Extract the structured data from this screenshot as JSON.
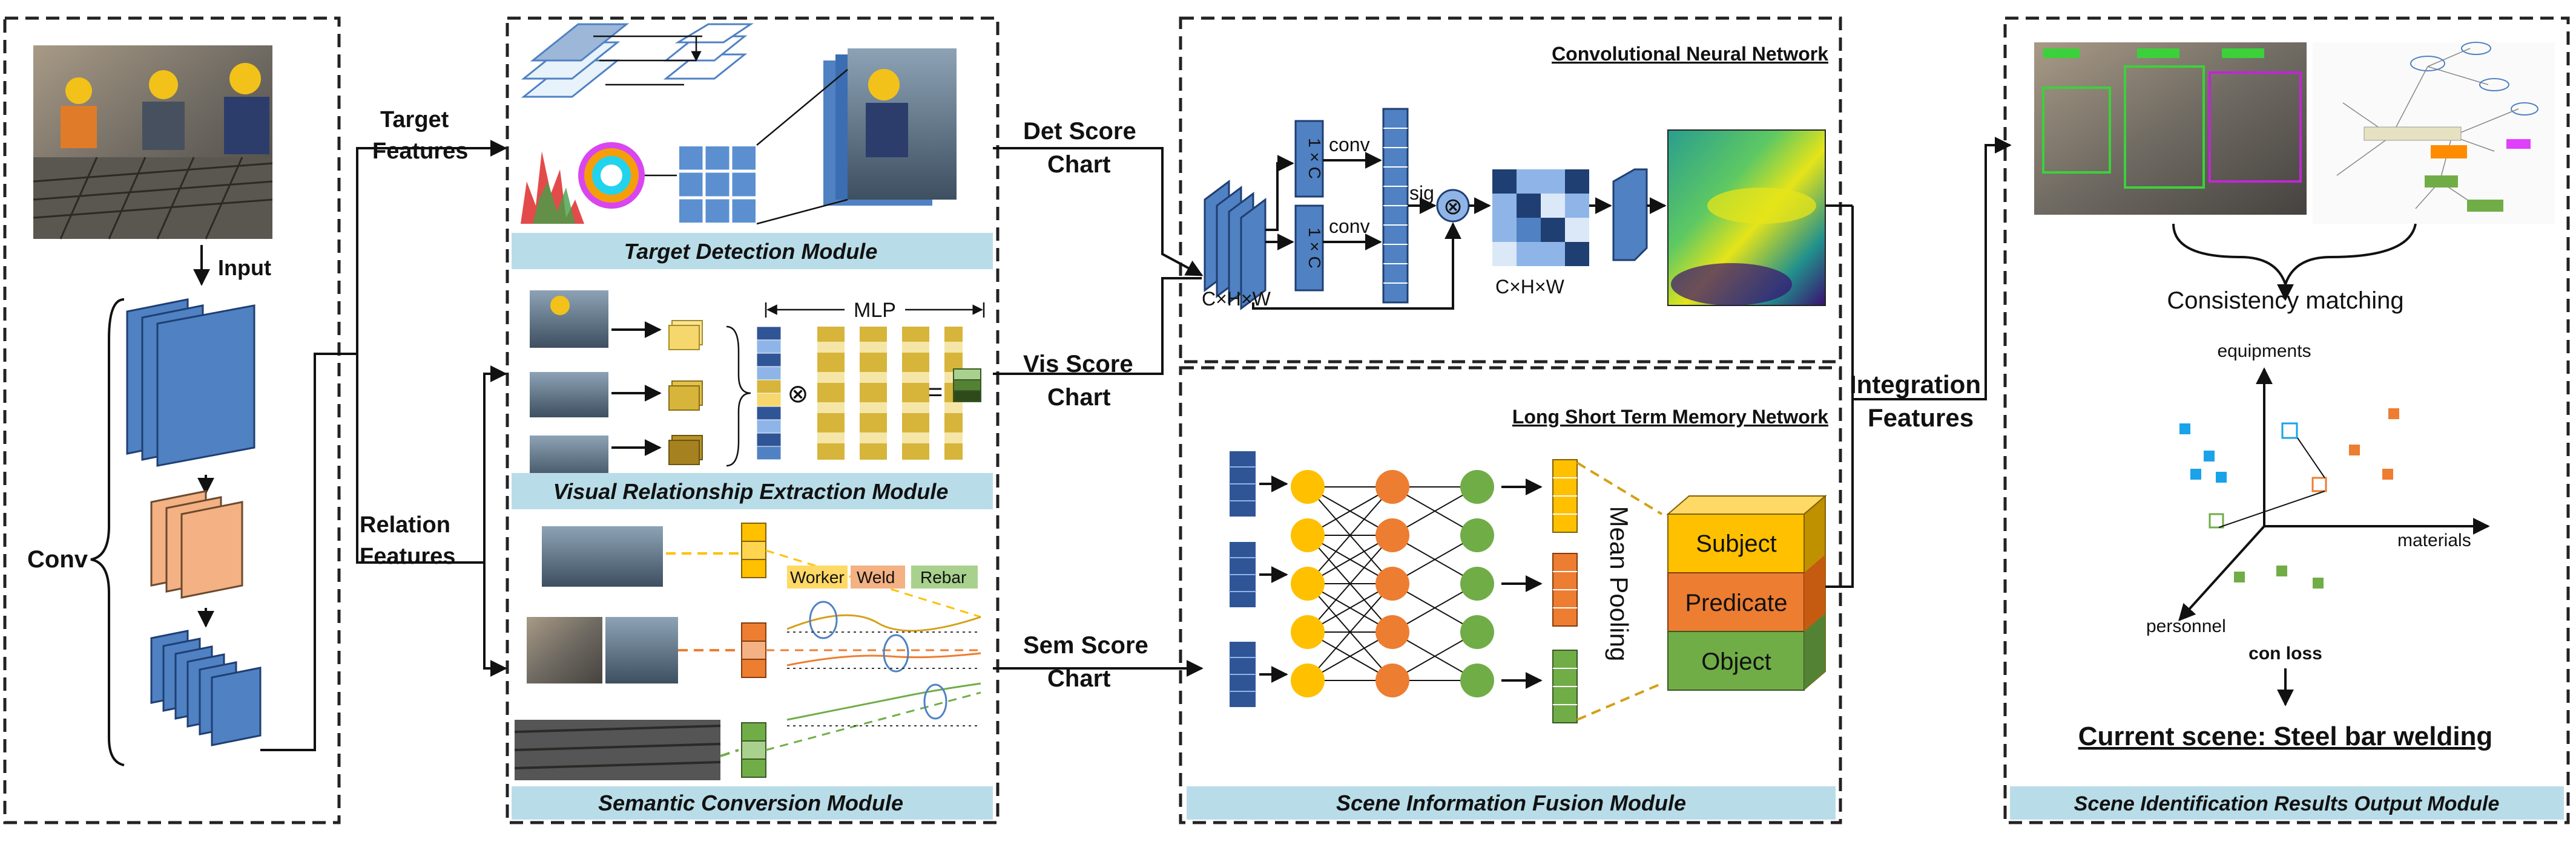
{
  "left_panel": {
    "input_label": "Input",
    "conv_label": "Conv"
  },
  "arrows": {
    "target_features": [
      "Target",
      "Features"
    ],
    "relation_features": [
      "Relation",
      "Features"
    ],
    "det_score": [
      "Det Score",
      "Chart"
    ],
    "vis_score": [
      "Vis Score",
      "Chart"
    ],
    "sem_score": [
      "Sem Score",
      "Chart"
    ],
    "integration": [
      "Integration",
      "Features"
    ]
  },
  "modules": {
    "target_detection": "Target Detection Module",
    "visual_relationship": "Visual Relationship Extraction Module",
    "semantic_conversion": "Semantic Conversion Module",
    "scene_fusion": "Scene Information Fusion Module",
    "scene_output": "Scene Identification Results Output Module"
  },
  "visual_rel": {
    "mlp": "MLP",
    "otimes": "⊗",
    "equals": "="
  },
  "semantic": {
    "tags": [
      "Worker",
      "Weld",
      "Rebar"
    ]
  },
  "cnn": {
    "title": "Convolutional Neural Network",
    "kernel1": "1 × C",
    "kernel2": "1 × C",
    "conv1": "conv",
    "conv2": "conv",
    "sig": "sig",
    "otimes": "⊗",
    "dims1": "C×H×W",
    "dims2": "C×H×W"
  },
  "lstm": {
    "title": "Long Short Term Memory Network",
    "mean_pooling": "Mean Pooling",
    "cube": [
      "Subject",
      "Predicate",
      "Object"
    ]
  },
  "output": {
    "consistency": "Consistency matching",
    "axis_equipments": "equipments",
    "axis_materials": "materials",
    "axis_personnel": "personnel",
    "con_loss": "con loss",
    "result": "Current scene: Steel bar welding"
  },
  "colors": {
    "module_banner": "#b9dde8",
    "blue": "#4f81c3",
    "orange": "#f4b183",
    "gold": "#ffc000",
    "lstm_orange": "#ed7d31",
    "lstm_green": "#70ad47"
  }
}
